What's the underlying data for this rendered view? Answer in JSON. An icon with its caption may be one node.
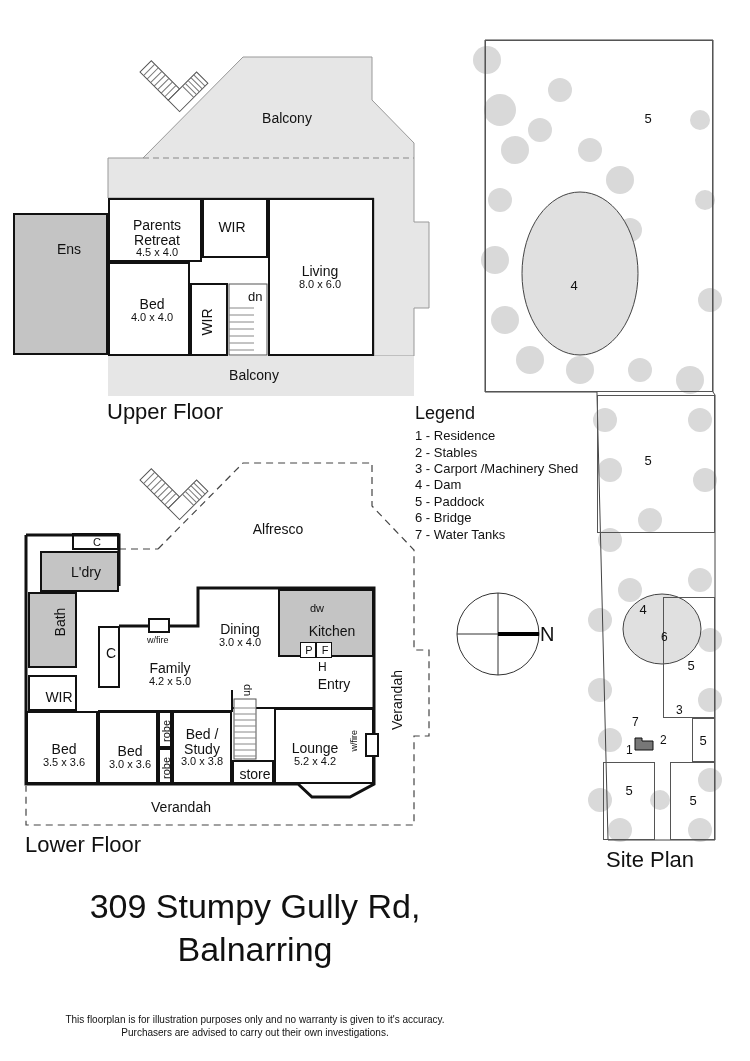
{
  "diagram": {
    "title": "309 Stumpy Gully Rd, Balnarring",
    "nodes": [
      {
        "text": [
          "Balcony"
        ]
      },
      {
        "text": [
          "Ens"
        ]
      },
      {
        "text": [
          "Parents Retreat",
          "4.5 x 4.0"
        ]
      },
      {
        "text": [
          "WIR"
        ]
      },
      {
        "text": [
          "Living",
          "8.0 x 6.0"
        ]
      },
      {
        "text": [
          "Bed",
          "4.0 x 4.0"
        ]
      },
      {
        "text": [
          "WIR"
        ]
      },
      {
        "text": [
          "Balcony"
        ]
      },
      {
        "text": [
          "Alfresco"
        ]
      },
      {
        "text": [
          "C"
        ]
      },
      {
        "text": [
          "L'dry"
        ]
      },
      {
        "text": [
          "Bath"
        ]
      },
      {
        "text": [
          "Dining",
          "3.0 x 4.0"
        ]
      },
      {
        "text": [
          "Kitchen"
        ]
      },
      {
        "text": [
          "P"
        ],
        "in": 13
      },
      {
        "text": [
          "F"
        ],
        "in": 13
      },
      {
        "text": [
          "C"
        ]
      },
      {
        "text": [
          "Family",
          "4.2 x 5.0"
        ]
      },
      {
        "text": [
          "Entry"
        ]
      },
      {
        "text": [
          "Verandah"
        ]
      },
      {
        "text": [
          "WIR"
        ]
      },
      {
        "text": [
          "Bed",
          "3.5 x 3.6"
        ]
      },
      {
        "text": [
          "Bed",
          "3.0 x 3.6"
        ]
      },
      {
        "text": [
          "robe"
        ]
      },
      {
        "text": [
          "robe"
        ]
      },
      {
        "text": [
          "Bed / Study",
          "3.0 x 3.8"
        ]
      },
      {
        "text": [
          "store"
        ]
      },
      {
        "text": [
          "Lounge",
          "5.2 x 4.2"
        ]
      },
      {
        "text": [
          "Verandah"
        ]
      },
      {
        "text": [
          "Site Plan"
        ]
      },
      {
        "text": [
          "5"
        ],
        "in": 29
      },
      {
        "text": [
          "4"
        ],
        "in": 30
      },
      {
        "text": [
          "5"
        ],
        "in": 29
      },
      {
        "text": [
          "4"
        ],
        "in": 29
      },
      {
        "text": [
          "5"
        ],
        "in": 29
      },
      {
        "text": [
          "5"
        ],
        "in": 29
      },
      {
        "text": [
          "5"
        ],
        "in": 29
      },
      {
        "text": [
          "5"
        ],
        "in": 29
      }
    ],
    "edges": [],
    "labels": [
      "dn",
      "Upper Floor",
      "Legend",
      "1 - Residence",
      "2 - Stables",
      "3 - Carport /Machinery Shed",
      "4 - Dam",
      "5 - Paddock",
      "6 - Bridge",
      "7 - Water Tanks",
      "w/fire",
      "dw",
      "H",
      "up",
      "w/fire",
      "6",
      "N",
      "3",
      "7",
      "2",
      "1",
      "Lower Floor",
      "This floorplan is for illustration purposes only and no warranty is given to it's accuracy.",
      "Purchasers are advised to carry out their own investigations."
    ]
  }
}
